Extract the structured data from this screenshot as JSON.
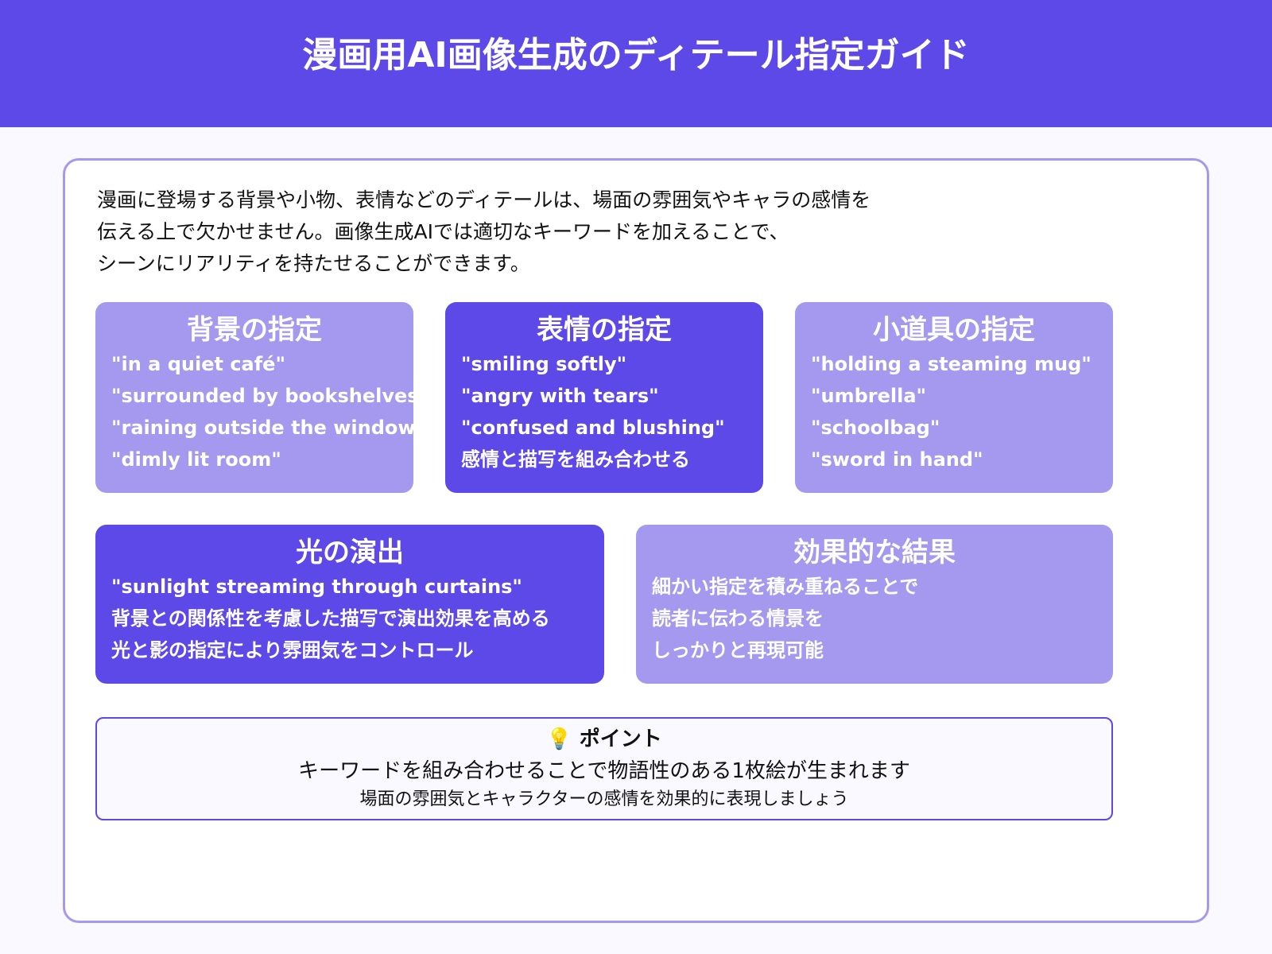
{
  "header": {
    "title": "漫画用AI画像生成のディテール指定ガイド"
  },
  "intro": [
    "漫画に登場する背景や小物、表情などのディテールは、場面の雰囲気やキャラの感情を",
    "伝える上で欠かせません。画像生成AIでは適切なキーワードを加えることで、",
    "シーンにリアリティを持たせることができます。"
  ],
  "colors": {
    "primary": "#5d48e8",
    "light": "#a498ef",
    "background": "#f9f9ff"
  },
  "boxes": [
    {
      "title": "背景の指定",
      "items": [
        "\"in a quiet café\"",
        "\"surrounded by bookshelves\"",
        "\"raining outside the window\"",
        "\"dimly lit room\""
      ]
    },
    {
      "title": "表情の指定",
      "items": [
        "\"smiling softly\"",
        "\"angry with tears\"",
        "\"confused and blushing\"",
        "感情と描写を組み合わせる"
      ]
    },
    {
      "title": "小道具の指定",
      "items": [
        "\"holding a steaming mug\"",
        "\"umbrella\"",
        "\"schoolbag\"",
        "\"sword in hand\""
      ]
    },
    {
      "title": "光の演出",
      "items": [
        "\"sunlight streaming through curtains\"",
        "背景との関係性を考慮した描写で演出効果を高める",
        "光と影の指定により雰囲気をコントロール"
      ]
    },
    {
      "title": "効果的な結果",
      "items": [
        "細かい指定を積み重ねることで",
        "読者に伝わる情景を",
        "しっかりと再現可能"
      ]
    }
  ],
  "point": {
    "icon": "lightbulb-icon",
    "icon_glyph": "💡",
    "title": "ポイント",
    "main": "キーワードを組み合わせることで物語性のある1枚絵が生まれます",
    "sub": "場面の雰囲気とキャラクターの感情を効果的に表現しましょう"
  }
}
